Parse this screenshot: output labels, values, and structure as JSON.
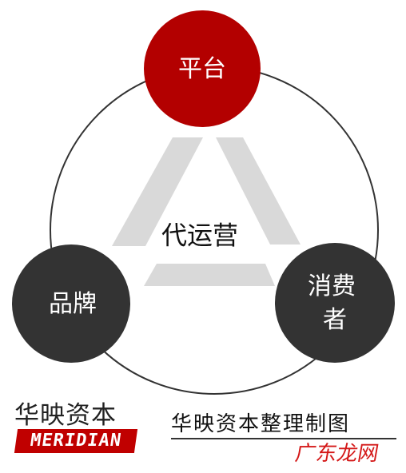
{
  "diagram": {
    "center_label": "代运营",
    "nodes": {
      "top": {
        "label": "平台"
      },
      "left": {
        "label": "品牌"
      },
      "right": {
        "label_line1": "消费",
        "label_line2": "者"
      }
    }
  },
  "footer": {
    "brand_cn": "华映资本",
    "brand_en": "MERIDIAN",
    "caption": "华映资本整理制图",
    "watermark": "广东龙网"
  },
  "colors": {
    "top_node": "#b30000",
    "bottom_nodes": "#333333",
    "triangle": "#d9d9d9",
    "ring": "#333333"
  }
}
